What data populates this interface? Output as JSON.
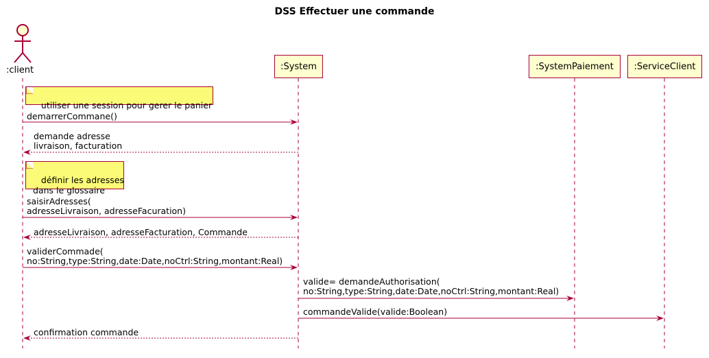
{
  "title": "DSS Effectuer une commande",
  "participants": [
    {
      "id": "client",
      "label": ":client",
      "kind": "actor"
    },
    {
      "id": "system",
      "label": ":System",
      "kind": "participant"
    },
    {
      "id": "paiement",
      "label": ":SystemPaiement",
      "kind": "participant"
    },
    {
      "id": "service",
      "label": ":ServiceClient",
      "kind": "participant"
    }
  ],
  "notes": [
    {
      "text": "utiliser une session pour gerer le panier"
    },
    {
      "text": "définir les adresses\n dans le glossaire"
    }
  ],
  "messages": [
    {
      "from": "client",
      "to": "system",
      "style": "solid",
      "text": "demarrerCommane()"
    },
    {
      "from": "system",
      "to": "client",
      "style": "dashed",
      "text": "demande adresse\nlivraison, facturation"
    },
    {
      "from": "client",
      "to": "system",
      "style": "solid",
      "text": "saisirAdresses(\nadresseLivraison, adresseFacuration)"
    },
    {
      "from": "system",
      "to": "client",
      "style": "dashed",
      "text": "adresseLivraison, adresseFacturation, Commande"
    },
    {
      "from": "client",
      "to": "system",
      "style": "solid",
      "text": "validerCommade(\nno:String,type:String,date:Date,noCtrl:String,montant:Real)"
    },
    {
      "from": "system",
      "to": "paiement",
      "style": "solid",
      "text": "valide= demandeAuthorisation(\nno:String,type:String,date:Date,noCtrl:String,montant:Real)"
    },
    {
      "from": "system",
      "to": "service",
      "style": "solid",
      "text": "commandeValide(valide:Boolean)"
    },
    {
      "from": "system",
      "to": "client",
      "style": "dashed",
      "text": "confirmation commande"
    }
  ],
  "colors": {
    "line": "#A80036",
    "participant_fill": "#FEFECE",
    "note_fill": "#FBFB77"
  }
}
